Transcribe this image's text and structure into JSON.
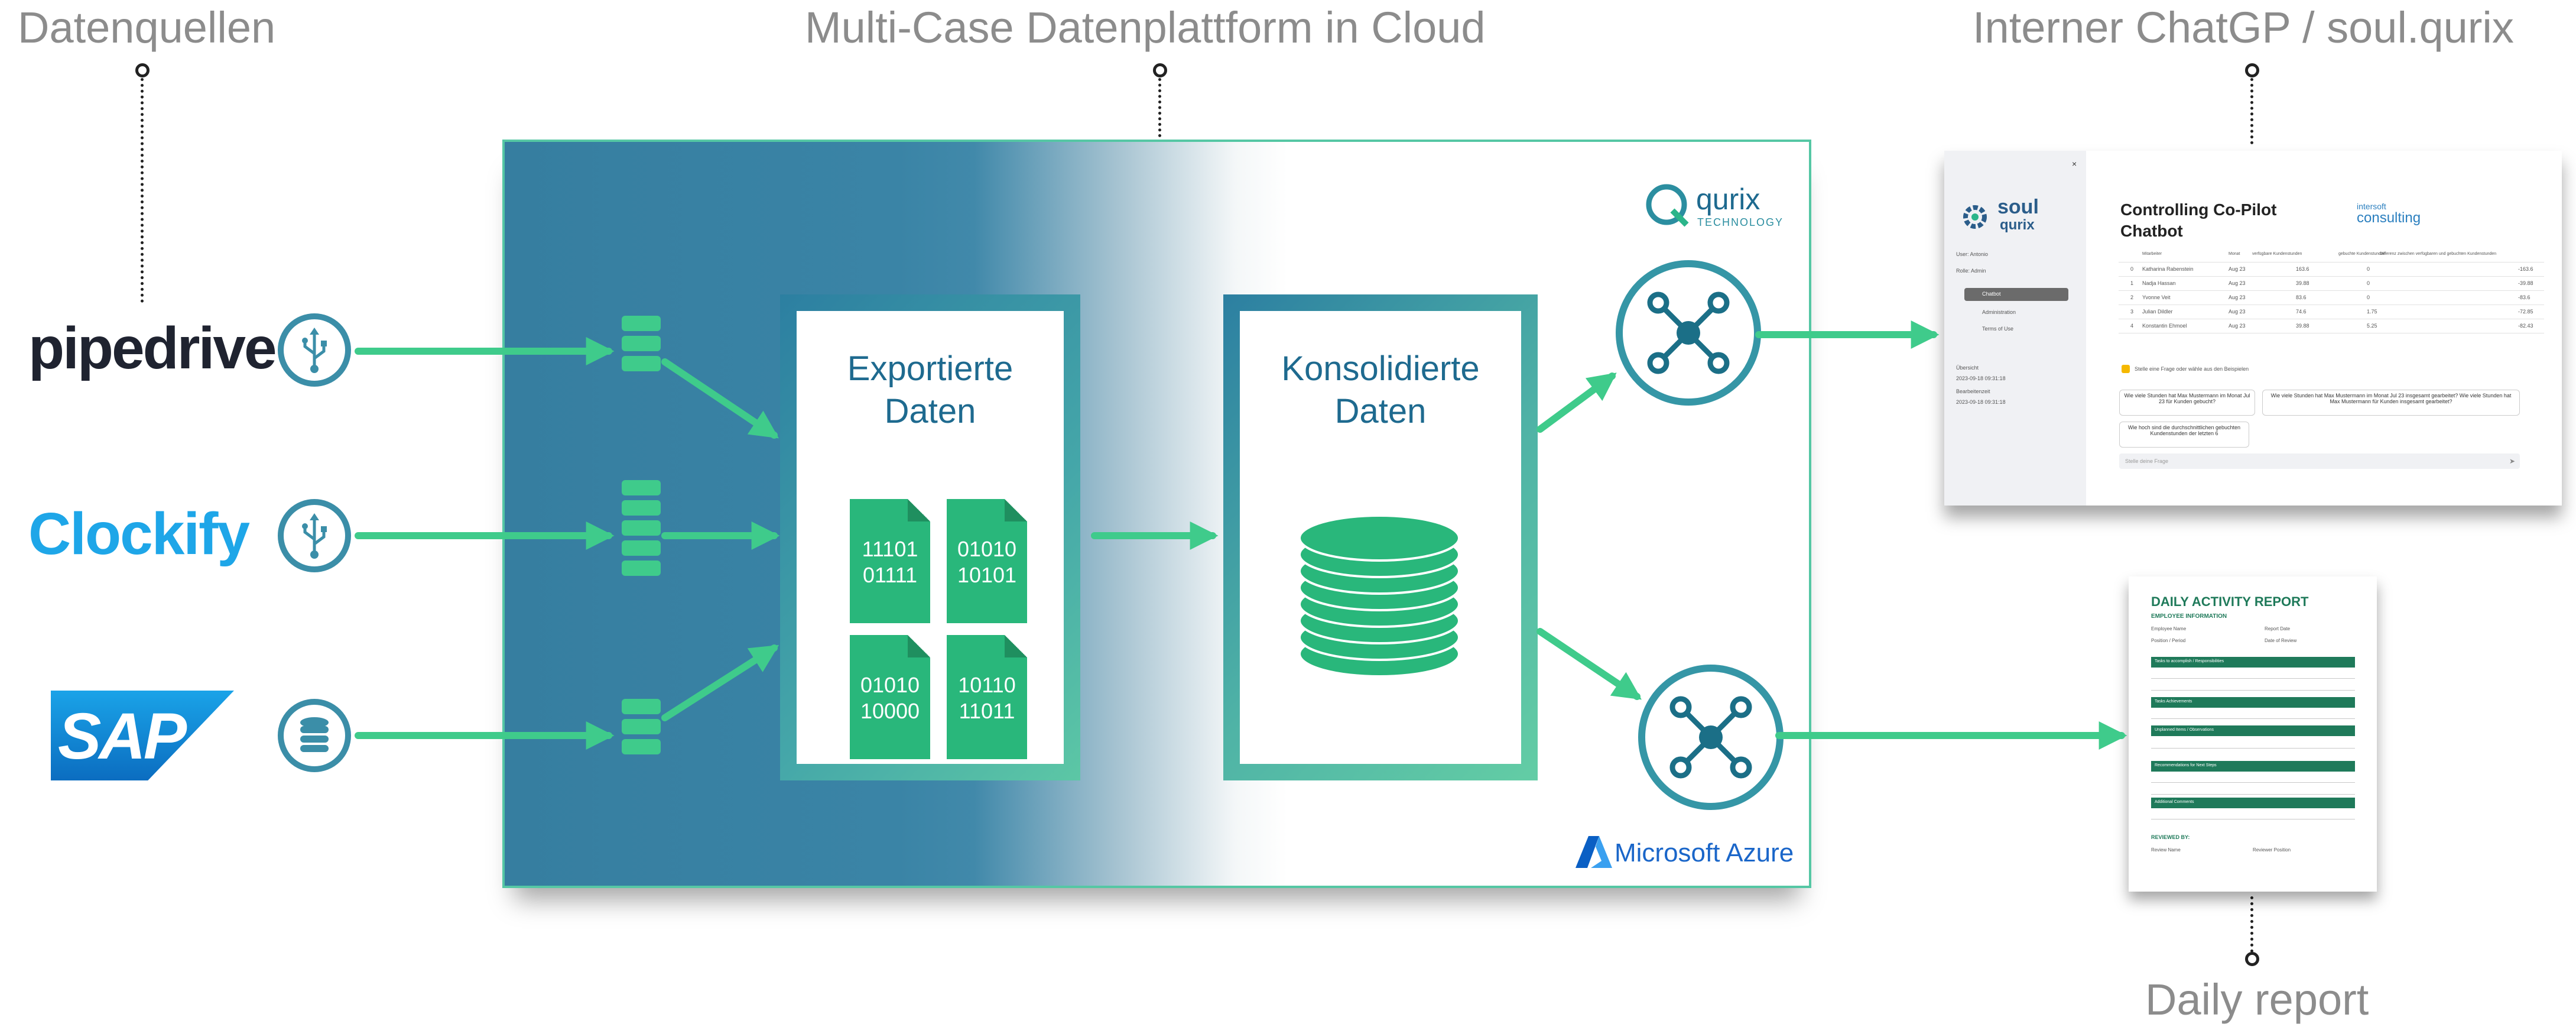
{
  "headers": {
    "sources": "Datenquellen",
    "platform": "Multi-Case Datenplattform in Cloud",
    "chat": "Interner ChatGP / soul.qurix",
    "report": "Daily report"
  },
  "sources": [
    {
      "name": "pipedrive",
      "icon": "usb-icon"
    },
    {
      "name": "Clockify",
      "icon": "usb-icon"
    },
    {
      "name": "SAP",
      "icon": "database-icon"
    }
  ],
  "colors": {
    "accent_green": "#29b77b",
    "platform_blue": "#367ea0",
    "teal_text": "#1e6a8f"
  },
  "platform": {
    "logo_top_brand": "qurix",
    "logo_top_sub": "TECHNOLOGY",
    "logo_bottom": "Microsoft Azure",
    "stage1_title_l1": "Exportierte",
    "stage1_title_l2": "Daten",
    "stage2_title_l1": "Konsolidierte",
    "stage2_title_l2": "Daten",
    "files": [
      {
        "l1": "11101",
        "l2": "01111"
      },
      {
        "l1": "01010",
        "l2": "10101"
      },
      {
        "l1": "01010",
        "l2": "10000"
      },
      {
        "l1": "10110",
        "l2": "11011"
      }
    ]
  },
  "chatbot": {
    "brand1": "soul",
    "brand2": "qurix",
    "user": "User: Antonio",
    "role": "Rolle: Admin",
    "nav": [
      "Chatbot",
      "Administration",
      "Terms of Use"
    ],
    "meta_label1": "Übersicht",
    "meta_val1": "2023-09-18 09:31:18",
    "meta_label2": "Bearbeitenzeit",
    "meta_val2": "2023-09-18 09:31:18",
    "title_l1": "Controlling Co-Pilot",
    "title_l2": "Chatbot",
    "partner_small": "intersoft",
    "partner_big": "consulting",
    "columns": [
      "Mitarbeiter",
      "Monat",
      "verfügbare Kundenstunden",
      "gebuchte Kundenstunden",
      "Differenz zwischen verfügbaren und gebuchten Kundenstunden"
    ],
    "rows": [
      [
        "0",
        "Katharina Rabenstein",
        "Aug 23",
        "163.6",
        "0",
        "-163.6"
      ],
      [
        "1",
        "Nadja Hassan",
        "Aug 23",
        "39.88",
        "0",
        "-39.88"
      ],
      [
        "2",
        "Yvonne Veit",
        "Aug 23",
        "83.6",
        "0",
        "-83.6"
      ],
      [
        "3",
        "Julian Dildler",
        "Aug 23",
        "74.6",
        "1.75",
        "-72.85"
      ],
      [
        "4",
        "Konstantin Ehmoel",
        "Aug 23",
        "39.88",
        "5.25",
        "-82.43"
      ]
    ],
    "prompt": "Stelle eine Frage oder wähle aus den Beispielen",
    "examples": [
      "Wie viele Stunden hat Max Mustermann im Monat Jul 23 für Kunden gebucht?",
      "Wie viele Stunden hat Max Mustermann im Monat Jul 23 insgesamt gearbeitet? Wie viele Stunden hat Max Mustermann für Kunden insgesamt gearbeitet?",
      "Wie hoch sind die durchschnittlichen gebuchten Kundenstunden der letzten 6"
    ],
    "input_placeholder": "Stelle deine Frage"
  },
  "report": {
    "title": "DAILY ACTIVITY REPORT",
    "section1": "EMPLOYEE INFORMATION",
    "f1": "Employee Name",
    "f2": "Report Date",
    "f3": "Position / Period",
    "f4": "Date of Review",
    "bars": [
      "Tasks to accomplish / Responsibilities",
      "Tasks Achievements",
      "Unplanned Items / Observations",
      "Recommendations for Next Steps",
      "Additional Comments"
    ],
    "reviewed": "REVIEWED BY:",
    "r1": "Review Name",
    "r2": "Reviewer Position"
  }
}
